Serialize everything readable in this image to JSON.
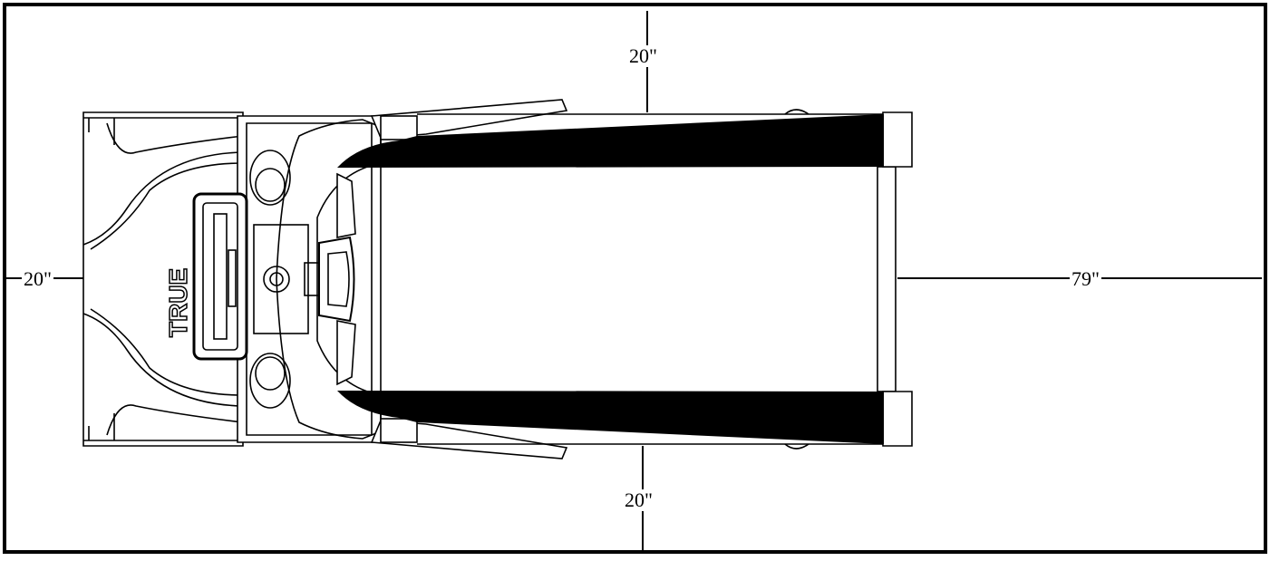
{
  "brand": {
    "logo_text": "TRUE"
  },
  "dimensions": {
    "top_clearance": "20\"",
    "bottom_clearance": "20\"",
    "left_clearance": "20\"",
    "right_clearance": "79\""
  },
  "colors": {
    "line": "#000000",
    "belt": "#000000",
    "background": "#ffffff"
  }
}
